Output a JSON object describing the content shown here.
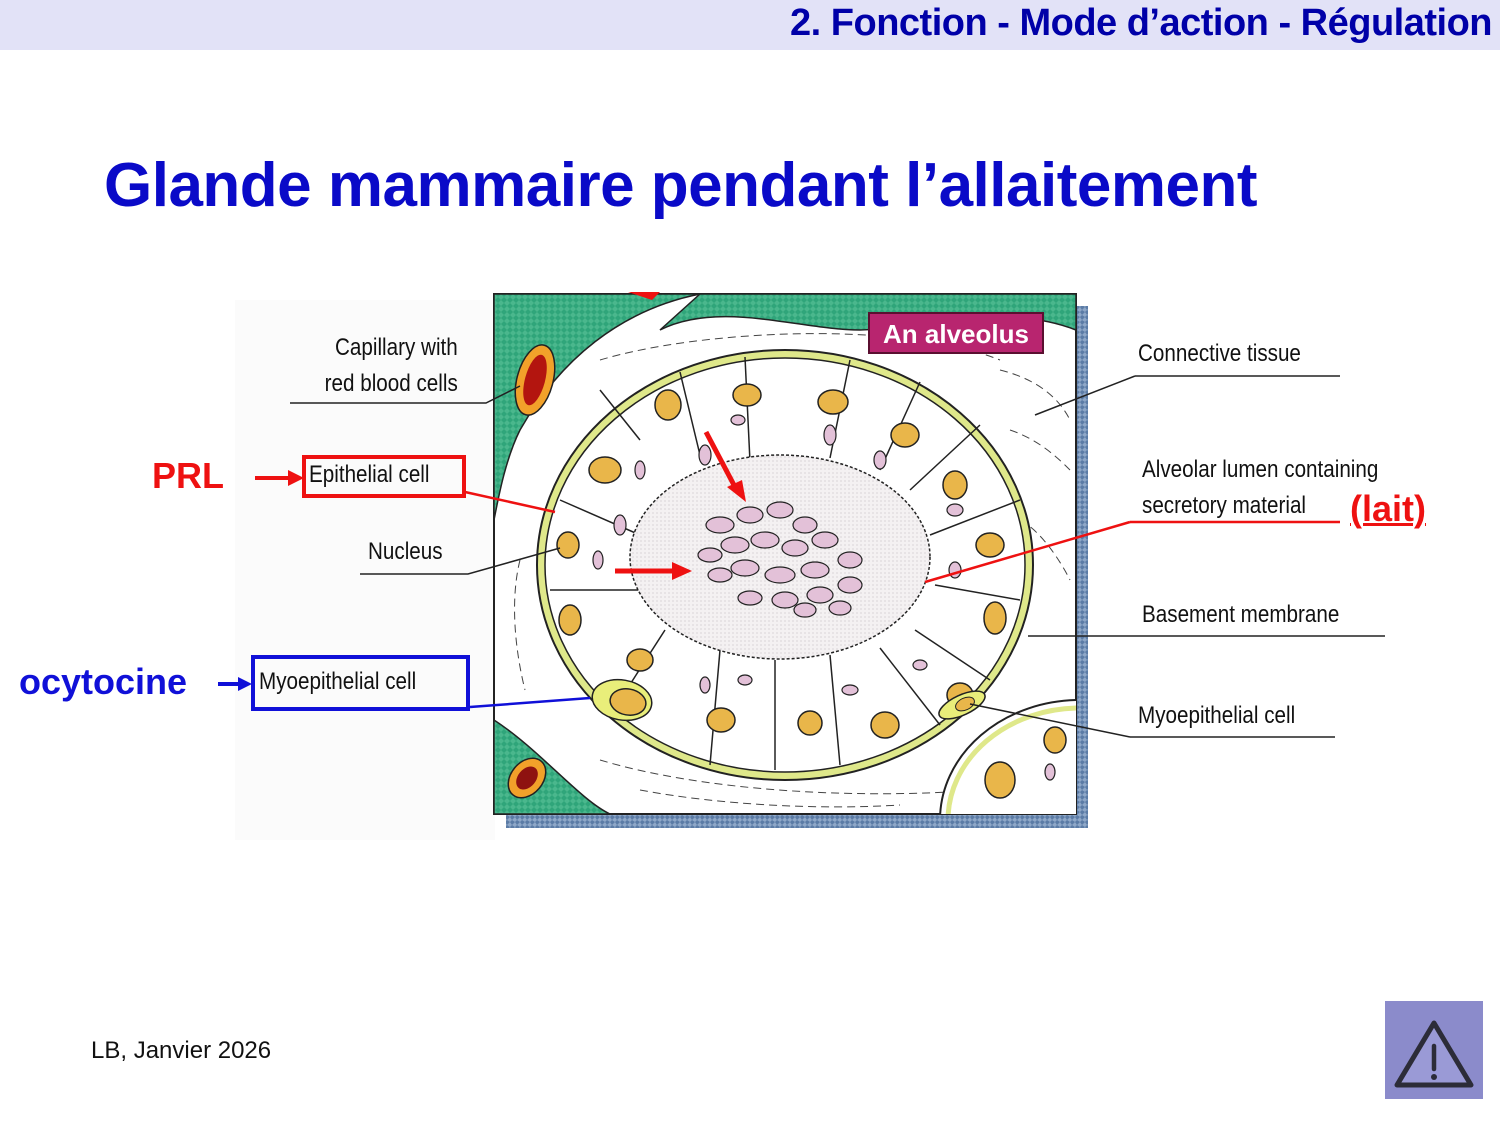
{
  "header": {
    "section_title": "2. Fonction - Mode d’action - Régulation",
    "band_color": "#e2e2f7",
    "text_color": "#0000a8"
  },
  "slide": {
    "title": "Glande mammaire pendant l’allaitement",
    "title_color": "#0a0ac8"
  },
  "figure": {
    "inset_title": "An alveolus",
    "labels_left": [
      {
        "id": "capillary",
        "text_line1": "Capillary with",
        "text_line2": "red blood cells"
      },
      {
        "id": "epithelial",
        "text": "Epithelial cell",
        "highlight": "red"
      },
      {
        "id": "nucleus",
        "text": "Nucleus"
      },
      {
        "id": "myoepithelial_left",
        "text": "Myoepithelial cell",
        "highlight": "blue"
      }
    ],
    "labels_right": [
      {
        "id": "connective",
        "text": "Connective tissue"
      },
      {
        "id": "lumen",
        "text_line1": "Alveolar lumen containing",
        "text_line2": "secretory material"
      },
      {
        "id": "basement",
        "text": "Basement membrane"
      },
      {
        "id": "myoepithelial_right",
        "text": "Myoepithelial cell"
      }
    ]
  },
  "annotations": {
    "prl": {
      "text": "PRL",
      "color": "#ee1111"
    },
    "ocytocine": {
      "text": "ocytocine",
      "color": "#1010d8"
    },
    "lait": {
      "text": "(lait)",
      "color": "#ee1111"
    }
  },
  "footer": {
    "author_date": "LB, Janvier 2026"
  },
  "warning_button": {
    "icon": "warning-triangle-icon",
    "bg_color": "#8b8bcb"
  }
}
